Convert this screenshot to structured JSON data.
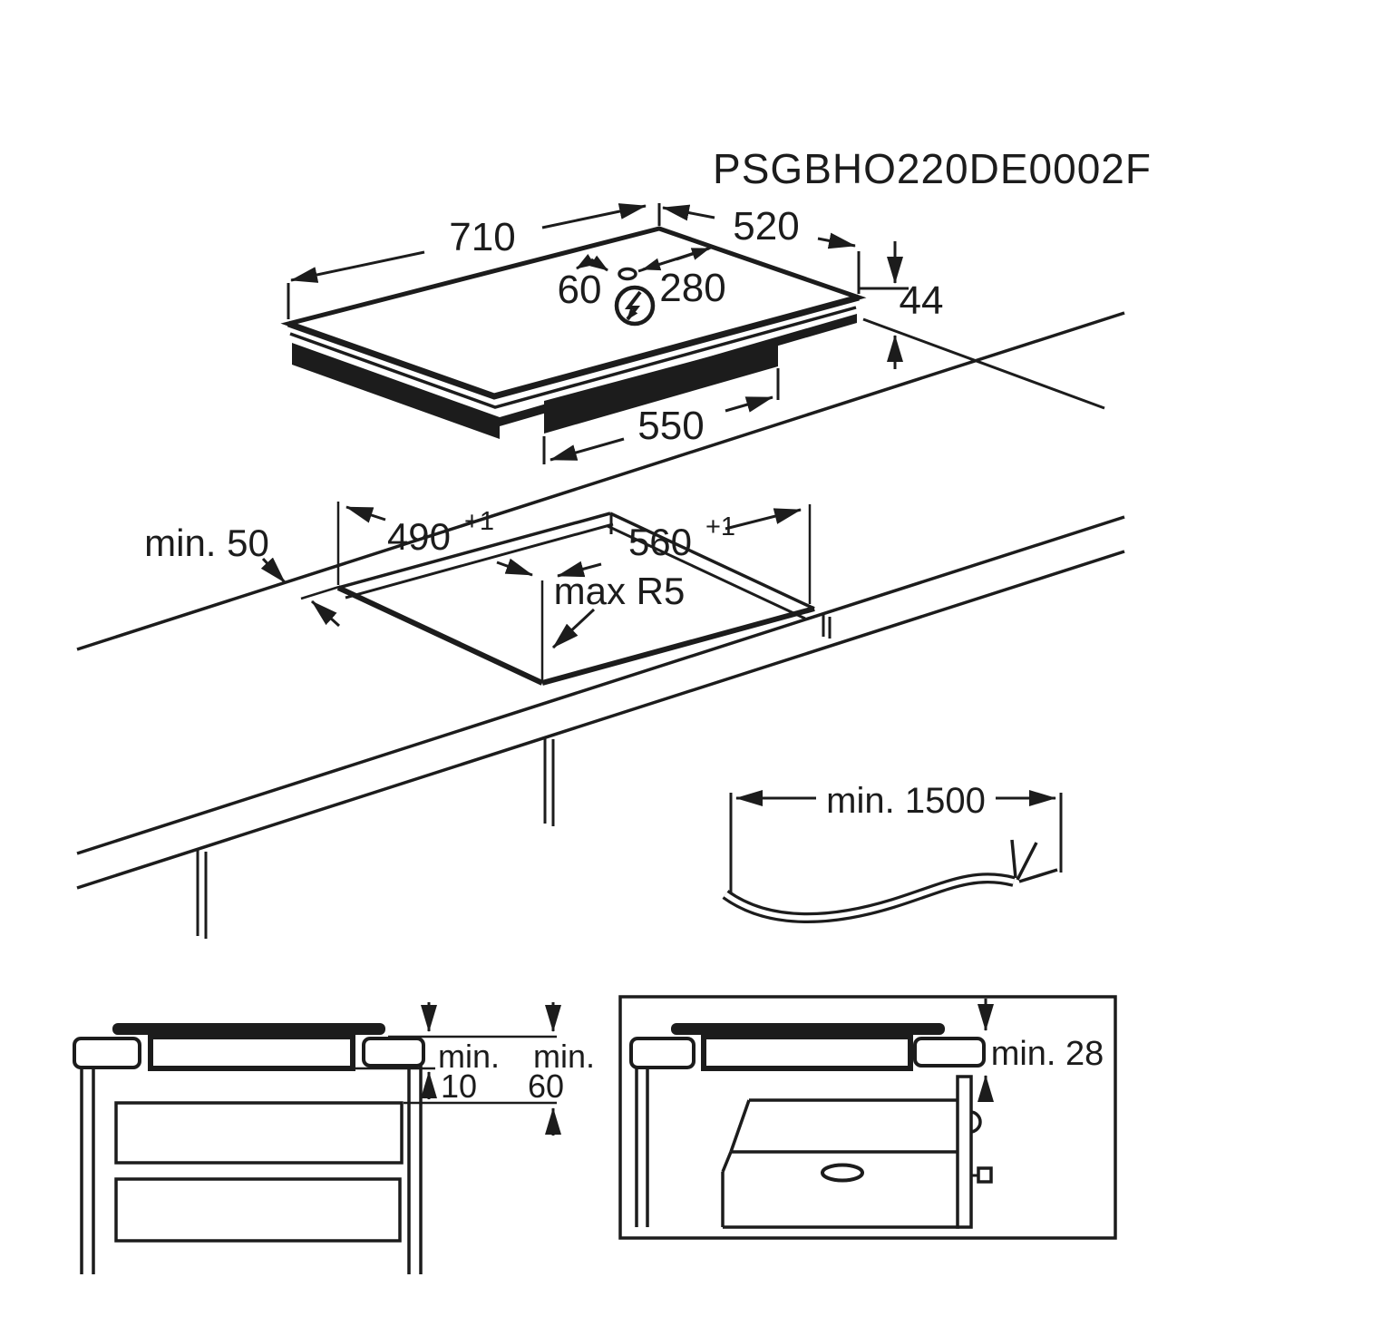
{
  "title": {
    "code": "PSGBHO220DE0002F"
  },
  "hob_top_view": {
    "width_mm": "710",
    "depth_mm": "520",
    "height_mm": "44",
    "base_width_mm": "550",
    "cable_gland_to_edge_mm": "60",
    "cable_gland_offset_mm": "280",
    "power_icon": "lightning-bolt-in-circle"
  },
  "worktop_cutout": {
    "cutout_depth_mm": "490",
    "cutout_depth_tolerance": "+1",
    "cutout_width_mm": "560",
    "cutout_width_tolerance": "+1",
    "min_rear_edge_distance": "min. 50",
    "max_corner_radius": "max R5"
  },
  "power_cable": {
    "min_length_mm": "min. 1500"
  },
  "drawer_installation": {
    "min_word_hob": "min.",
    "hob_to_drawer_gap_mm": "10",
    "min_word_worktop": "min.",
    "worktop_to_drawer_gap_mm": "60"
  },
  "oven_installation": {
    "min_hob_to_oven_gap": "min. 28"
  }
}
